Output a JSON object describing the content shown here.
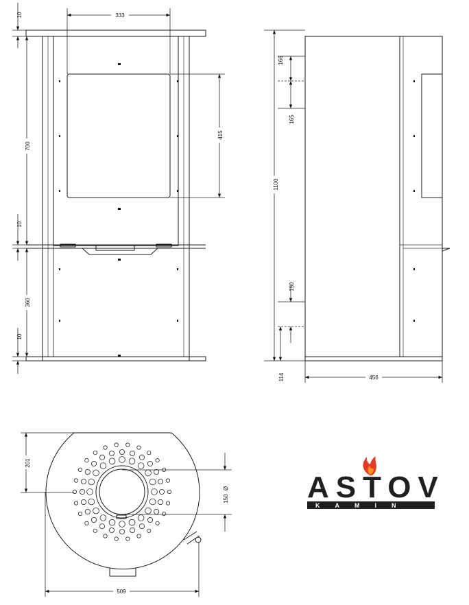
{
  "dimensions": {
    "front": {
      "top_width": "333",
      "top_gap": "10",
      "upper_height": "700",
      "mid_gap": "10",
      "window_height": "415",
      "lower_height": "360",
      "base_gap": "10"
    },
    "side": {
      "top_off": "166",
      "second_off": "165",
      "total_height": "1100",
      "lower_off": "150",
      "base_height": "114",
      "depth": "456"
    },
    "top_view": {
      "offset": "201",
      "diameter_symbol": "Ø",
      "diameter": "150",
      "width": "509"
    }
  },
  "brand": {
    "name": "ASTOV",
    "sub": "KAMIN",
    "colors": {
      "text": "#1f1f1f",
      "flame_red": "#e53a23",
      "flame_orange": "#f7941d",
      "band": "#1f1f1f"
    }
  }
}
